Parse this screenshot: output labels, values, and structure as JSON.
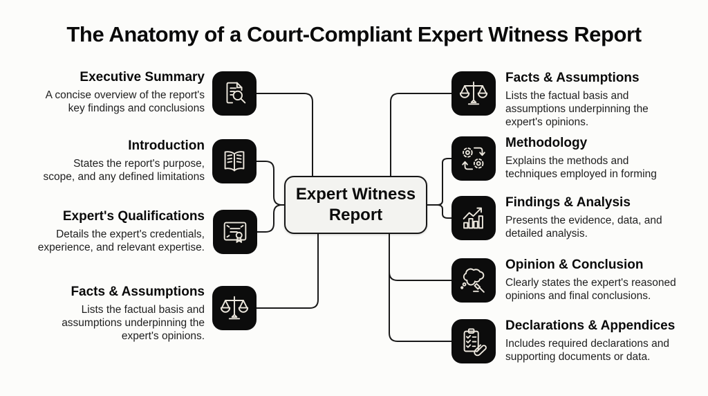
{
  "title": "The Anatomy of a Court-Compliant Expert Witness Report",
  "center": {
    "label": "Expert Witness\nReport"
  },
  "left_items": [
    {
      "title": "Executive Summary",
      "description": "A concise overview of the report's\nkey findings and conclusions",
      "icon": "document-search-icon"
    },
    {
      "title": "Introduction",
      "description": "States the report's purpose,\nscope, and any defined limitations",
      "icon": "open-book-icon"
    },
    {
      "title": "Expert's Qualifications",
      "description": "Details the expert's credentials,\nexperience, and relevant expertise.",
      "icon": "certificate-icon"
    },
    {
      "title": "Facts & Assumptions",
      "description": "Lists the factual basis and\nassumptions underpinning the\nexpert's opinions.",
      "icon": "scales-icon"
    }
  ],
  "right_items": [
    {
      "title": "Facts & Assumptions",
      "description": "Lists the factual basis and\nassumptions underpinning the\nexpert's opinions.",
      "icon": "scales-icon"
    },
    {
      "title": "Methodology",
      "description": "Explains the methods and\ntechniques employed in forming",
      "icon": "process-gears-icon"
    },
    {
      "title": "Findings & Analysis",
      "description": "Presents the evidence, data, and\ndetailed analysis.",
      "icon": "bar-chart-icon"
    },
    {
      "title": "Opinion & Conclusion",
      "description": "Clearly states the expert's reasoned\nopinions and final conclusions.",
      "icon": "thought-gavel-icon"
    },
    {
      "title": "Declarations & Appendices",
      "description": "Includes required declarations and\nsupporting documents or data.",
      "icon": "clipboard-paperclip-icon"
    }
  ],
  "colors": {
    "background": "#fcfcfa",
    "icon_tile_bg": "#0c0c0c",
    "icon_stroke": "#ece7dd",
    "connector": "#191919",
    "center_node_bg": "#f3f3f0",
    "text": "#0b0b0b"
  }
}
